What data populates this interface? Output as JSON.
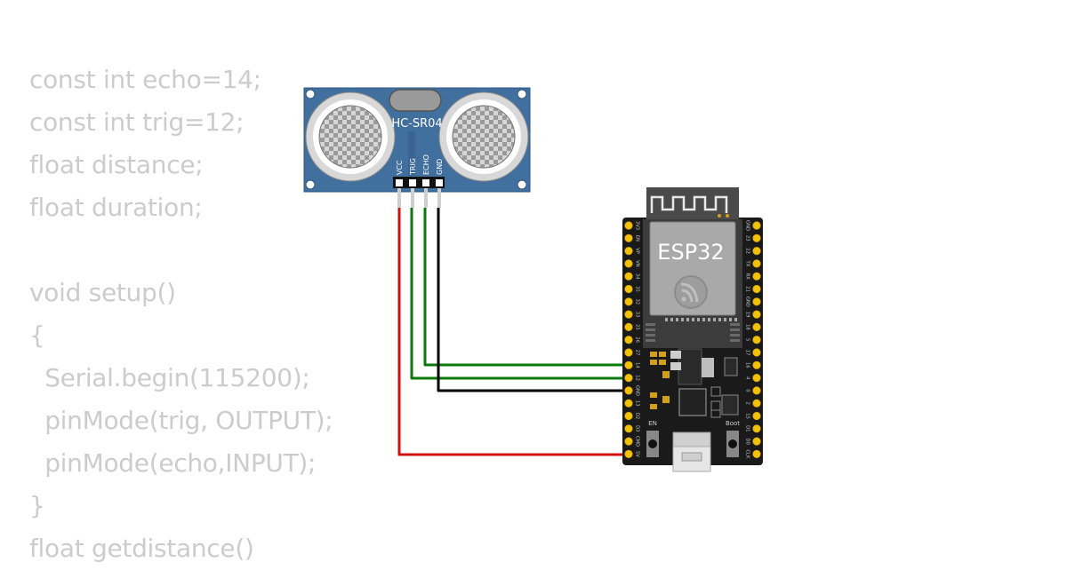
{
  "code": {
    "lines": [
      "const int echo=14;",
      "const int trig=12;",
      "float distance;",
      "float duration;",
      "",
      "void setup()",
      "{",
      "  Serial.begin(115200);",
      "  pinMode(trig, OUTPUT);",
      "  pinMode(echo,INPUT);",
      "}",
      "float getdistance()"
    ]
  },
  "sensor": {
    "label": "HC-SR04",
    "pins": [
      "VCC",
      "TRIG",
      "ECHO",
      "GND"
    ]
  },
  "board": {
    "label": "ESP32",
    "en_label": "EN",
    "boot_label": "Boot",
    "left_pins": [
      "3V3",
      "EN",
      "VP",
      "VN",
      "34",
      "35",
      "32",
      "33",
      "25",
      "26",
      "27",
      "14",
      "12",
      "GND",
      "13",
      "D2",
      "D3",
      "CMD",
      "5V"
    ],
    "right_pins": [
      "GND",
      "23",
      "22",
      "TX",
      "RX",
      "21",
      "GND",
      "19",
      "18",
      "5",
      "17",
      "16",
      "4",
      "0",
      "2",
      "15",
      "D1",
      "D0",
      "CLK"
    ]
  },
  "wires": [
    {
      "name": "vcc-wire",
      "color": "#d01010"
    },
    {
      "name": "trig-wire",
      "color": "#0a7a0a"
    },
    {
      "name": "echo-wire",
      "color": "#0a7a0a"
    },
    {
      "name": "gnd-wire",
      "color": "#000000"
    }
  ]
}
